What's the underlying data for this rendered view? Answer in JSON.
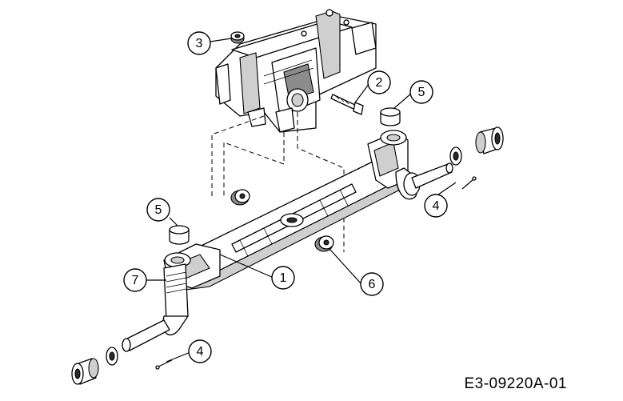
{
  "diagram_code": "E3-09220A-01",
  "callouts": [
    {
      "id": "c3",
      "label": "3"
    },
    {
      "id": "c2",
      "label": "2"
    },
    {
      "id": "c5a",
      "label": "5"
    },
    {
      "id": "c5b",
      "label": "5"
    },
    {
      "id": "c4a",
      "label": "4"
    },
    {
      "id": "c7",
      "label": "7"
    },
    {
      "id": "c1",
      "label": "1"
    },
    {
      "id": "c6",
      "label": "6"
    },
    {
      "id": "c4b",
      "label": "4"
    }
  ]
}
